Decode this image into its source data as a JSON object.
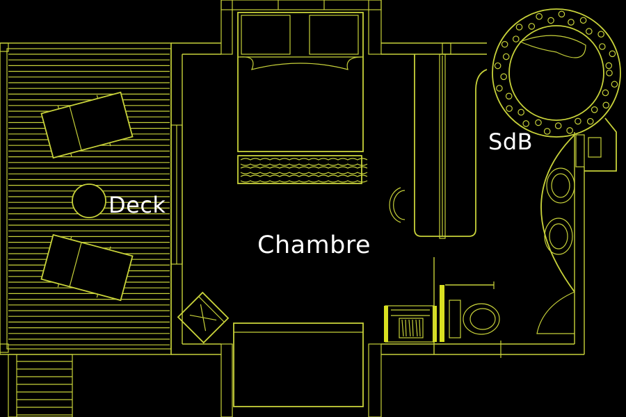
{
  "labels": {
    "deck": "Deck",
    "chambre": "Chambre",
    "sdb": "SdB"
  },
  "colors": {
    "background": "#000000",
    "line": "#c8d23a",
    "highlight": "#d9e021",
    "label": "#ffffff"
  }
}
